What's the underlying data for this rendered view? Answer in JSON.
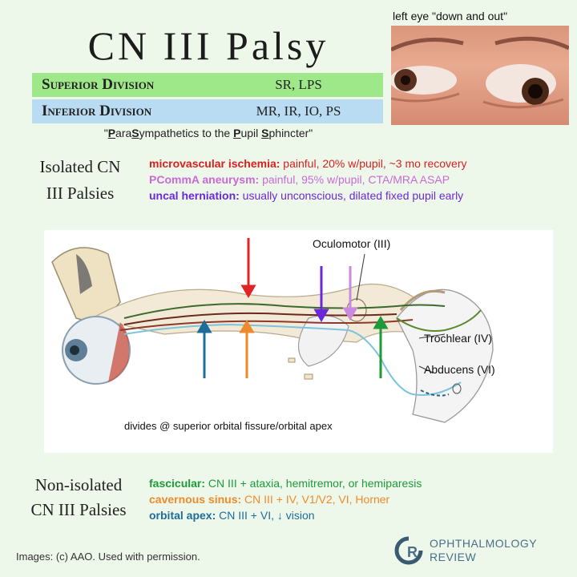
{
  "title": "CN III Palsy",
  "divisions": [
    {
      "name": "Superior Division",
      "value": "SR, LPS"
    },
    {
      "name": "Inferior Division",
      "value": "MR, IR, IO, PS"
    }
  ],
  "mnemonic": {
    "q1": "\"",
    "P": "P",
    "ara": "ara",
    "S": "S",
    "ympathetics": "ympathetics to the ",
    "P2": "P",
    "upil": "upil ",
    "S2": "S",
    "phincter": "phincter\""
  },
  "photo": {
    "caption": "left eye \"down and out\""
  },
  "isolated": {
    "title_line1": "Isolated CN",
    "title_line2": "III Palsies",
    "items": [
      {
        "label": "microvascular ischemia:",
        "text": " painful, 20% w/pupil, ~3 mo recovery"
      },
      {
        "label": "PCommA aneurysm:",
        "text": " painful, 95% w/pupil, CTA/MRA ASAP"
      },
      {
        "label": "uncal herniation:",
        "text": " usually unconscious, dilated fixed pupil early"
      }
    ]
  },
  "diagram": {
    "labels": {
      "oculomotor": "Oculomotor (III)",
      "trochlear": "Trochlear (IV)",
      "abducens": "Abducens (VI)",
      "divides": "divides @ superior orbital fissure/orbital apex"
    },
    "colors": {
      "red": "#e02424",
      "purple": "#6b28d9",
      "pink": "#c98ae0",
      "green": "#1d9a3a",
      "orange": "#ee8a2a",
      "blue": "#1e6c9a"
    }
  },
  "non_isolated": {
    "title_line1": "Non-isolated",
    "title_line2": "CN III Palsies",
    "items": [
      {
        "label": "fascicular:",
        "text": " CN III + ataxia, hemitremor, or hemiparesis"
      },
      {
        "label": "cavernous sinus:",
        "text": " CN III + IV, V1/V2, VI, Horner"
      },
      {
        "label": "orbital apex:",
        "text": " CN III + VI, ↓ vision"
      }
    ]
  },
  "credit": "Images: (c) AAO. Used with permission.",
  "logo": {
    "line1": "OPHTHALMOLOGY",
    "line2": "REVIEW",
    "mark": "R"
  }
}
